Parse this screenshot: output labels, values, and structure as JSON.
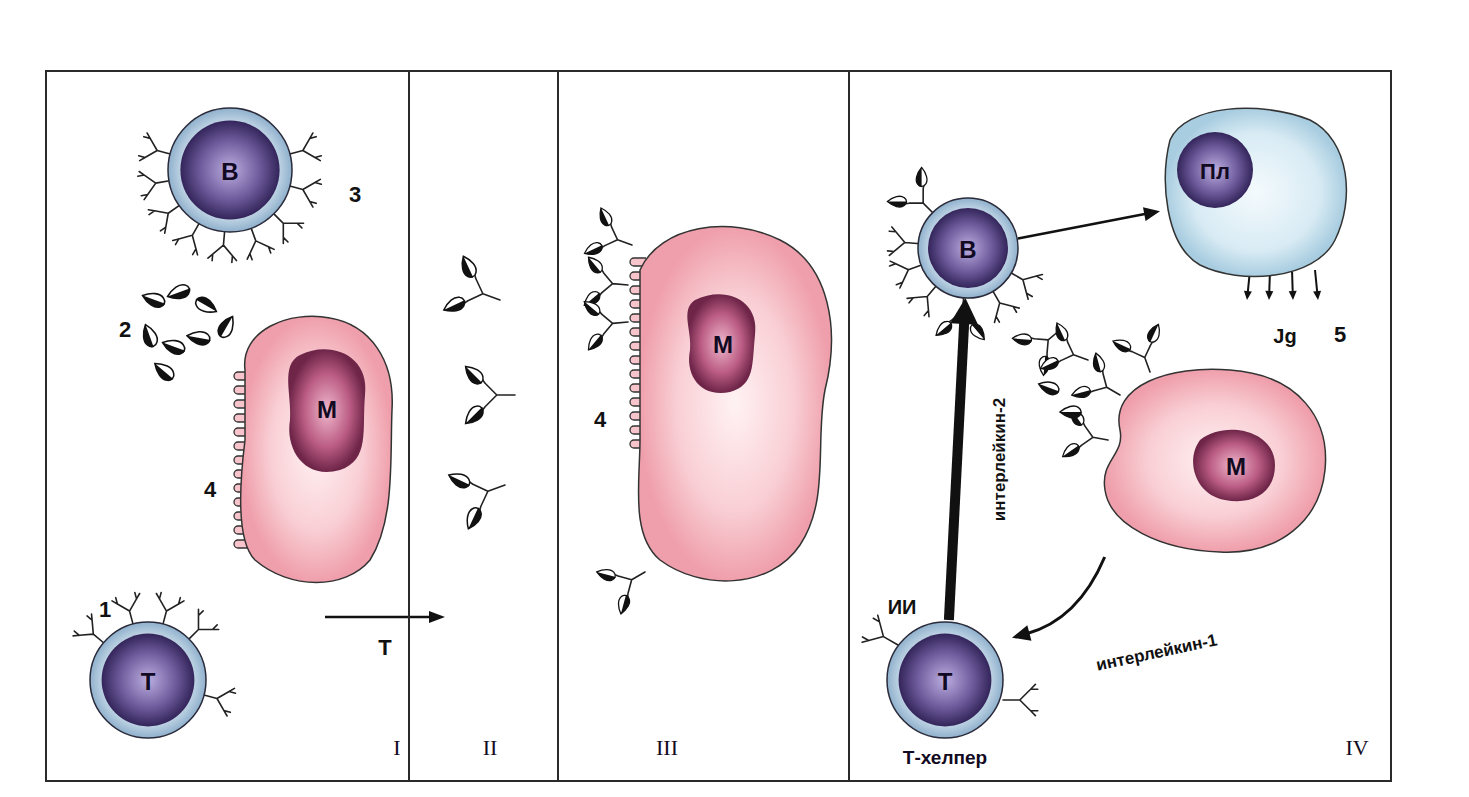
{
  "diagram": {
    "nodes": [
      {
        "text": [
          "I"
        ]
      },
      {
        "text": [
          "В"
        ],
        "in": 0
      },
      {
        "text": [
          "М"
        ],
        "in": 0
      },
      {
        "text": [
          "Т"
        ],
        "in": 0
      },
      {
        "text": [
          "II"
        ]
      },
      {
        "text": [
          "III"
        ]
      },
      {
        "text": [
          "М"
        ],
        "in": 5
      },
      {
        "text": [
          "IV"
        ]
      },
      {
        "text": [
          "В"
        ],
        "in": 7
      },
      {
        "text": [
          "Пл"
        ],
        "in": 7
      },
      {
        "text": [
          "М"
        ],
        "in": 7
      },
      {
        "text": [
          "Т",
          "Т-хелпер"
        ],
        "in": 7
      }
    ],
    "edges": [
      {
        "from": 8,
        "to": 9,
        "arrow": "to"
      },
      {
        "from": 11,
        "to": 8,
        "label": "интерлейкин-2",
        "arrow": "to"
      },
      {
        "from": 10,
        "to": 11,
        "label": "интерлейкин-1",
        "arrow": "to"
      }
    ],
    "labels": [
      "3",
      "2",
      "4",
      "1",
      "Т",
      "4",
      "Jg",
      "5",
      "ИИ"
    ]
  }
}
